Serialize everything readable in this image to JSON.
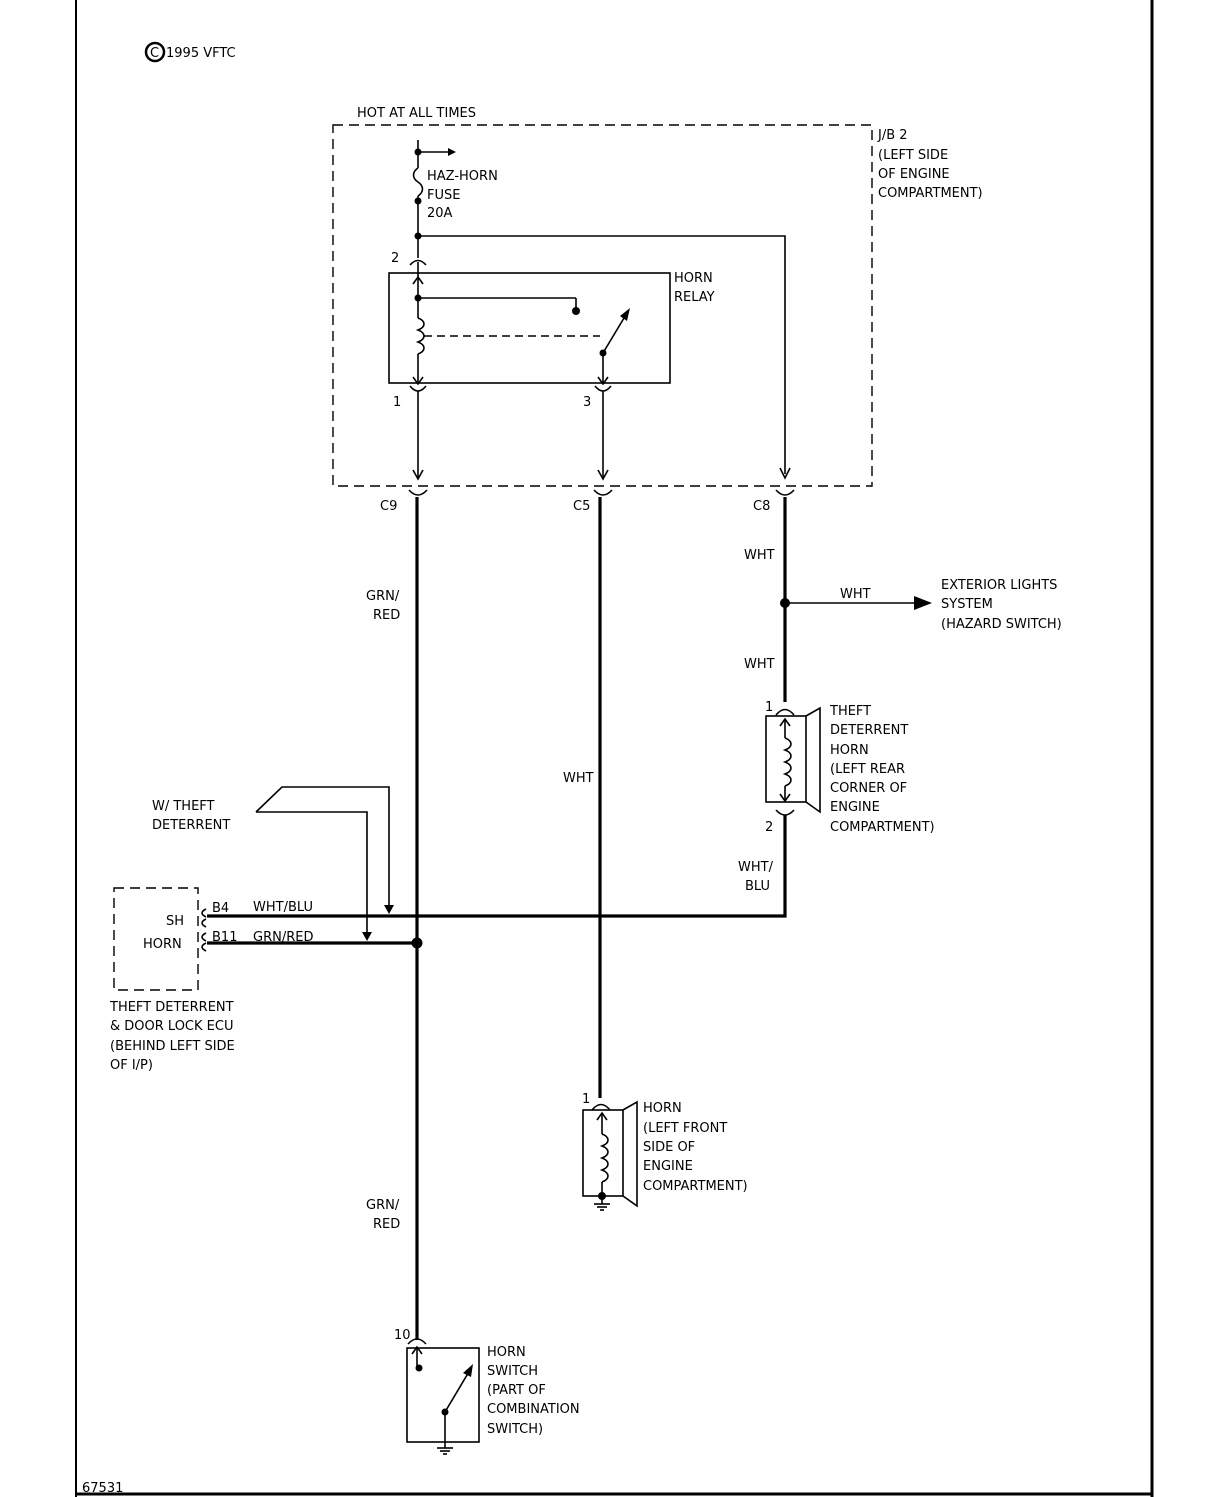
{
  "copyright": "1995 VFTC",
  "copyright_symbol": "C",
  "figure_number": "67531",
  "power_label": "HOT AT ALL TIMES",
  "junction_block": [
    "J/B 2",
    "(LEFT SIDE",
    "OF ENGINE",
    "COMPARTMENT)"
  ],
  "fuse": [
    "HAZ-HORN",
    "FUSE",
    "20A"
  ],
  "horn_relay": [
    "HORN",
    "RELAY"
  ],
  "pins": {
    "relay_top": "2",
    "relay_1": "1",
    "relay_3": "3",
    "c9": "C9",
    "c5": "C5",
    "c8": "C8"
  },
  "wires": {
    "grn_red_upper": [
      "GRN/",
      "RED"
    ],
    "grn_red_lower": [
      "GRN/",
      "RED"
    ],
    "wht_center": "WHT",
    "wht_c8": "WHT",
    "wht_branch": "WHT",
    "wht_lower": "WHT",
    "wht_blu_vertical": [
      "WHT/",
      "BLU"
    ],
    "b4_wire": "WHT/BLU",
    "b11_wire": "GRN/RED"
  },
  "exterior_lights": [
    "EXTERIOR LIGHTS",
    "SYSTEM",
    "(HAZARD SWITCH)"
  ],
  "theft_horn": {
    "pin_top": "1",
    "pin_bottom": "2",
    "lines": [
      "THEFT",
      "DETERRENT",
      "HORN",
      "(LEFT REAR",
      "CORNER OF",
      "ENGINE",
      "COMPARTMENT)"
    ]
  },
  "w_theft": [
    "W/ THEFT",
    "DETERRENT"
  ],
  "ecu": {
    "pin_b4": "B4",
    "pin_b11": "B11",
    "term_sh": "SH",
    "term_horn": "HORN",
    "lines": [
      "THEFT DETERRENT",
      "& DOOR LOCK ECU",
      "(BEHIND LEFT SIDE",
      "OF I/P)"
    ]
  },
  "horn": {
    "pin": "1",
    "lines": [
      "HORN",
      "(LEFT FRONT",
      "SIDE OF",
      "ENGINE",
      "COMPARTMENT)"
    ]
  },
  "horn_switch": {
    "pin": "10",
    "lines": [
      "HORN",
      "SWITCH",
      "(PART OF",
      "COMBINATION",
      "SWITCH)"
    ]
  }
}
